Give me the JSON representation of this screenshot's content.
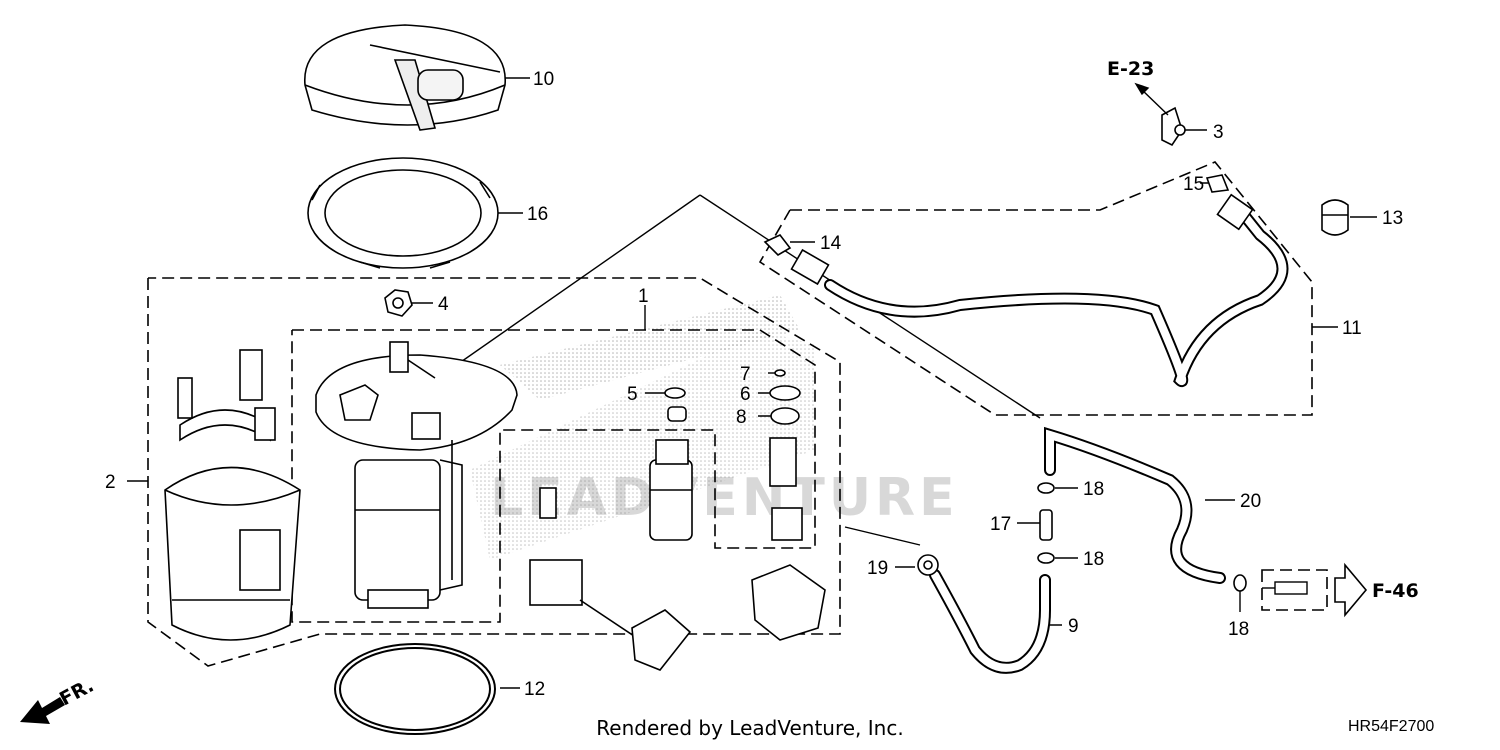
{
  "watermark": "LEADVENTURE",
  "footer_text": "Rendered by LeadVenture, Inc.",
  "diagram_code": "HR54F2700",
  "direction_label": "FR.",
  "references": {
    "top": "E-23",
    "right": "F-46"
  },
  "callouts": [
    {
      "id": "c1",
      "label": "1"
    },
    {
      "id": "c2",
      "label": "2"
    },
    {
      "id": "c3",
      "label": "3"
    },
    {
      "id": "c4",
      "label": "4"
    },
    {
      "id": "c5",
      "label": "5"
    },
    {
      "id": "c6",
      "label": "6"
    },
    {
      "id": "c7",
      "label": "7"
    },
    {
      "id": "c8",
      "label": "8"
    },
    {
      "id": "c9",
      "label": "9"
    },
    {
      "id": "c10",
      "label": "10"
    },
    {
      "id": "c11",
      "label": "11"
    },
    {
      "id": "c12",
      "label": "12"
    },
    {
      "id": "c13",
      "label": "13"
    },
    {
      "id": "c14",
      "label": "14"
    },
    {
      "id": "c15",
      "label": "15"
    },
    {
      "id": "c16",
      "label": "16"
    },
    {
      "id": "c17",
      "label": "17"
    },
    {
      "id": "c18a",
      "label": "18"
    },
    {
      "id": "c18b",
      "label": "18"
    },
    {
      "id": "c18c",
      "label": "18"
    },
    {
      "id": "c19",
      "label": "19"
    },
    {
      "id": "c20",
      "label": "20"
    }
  ]
}
